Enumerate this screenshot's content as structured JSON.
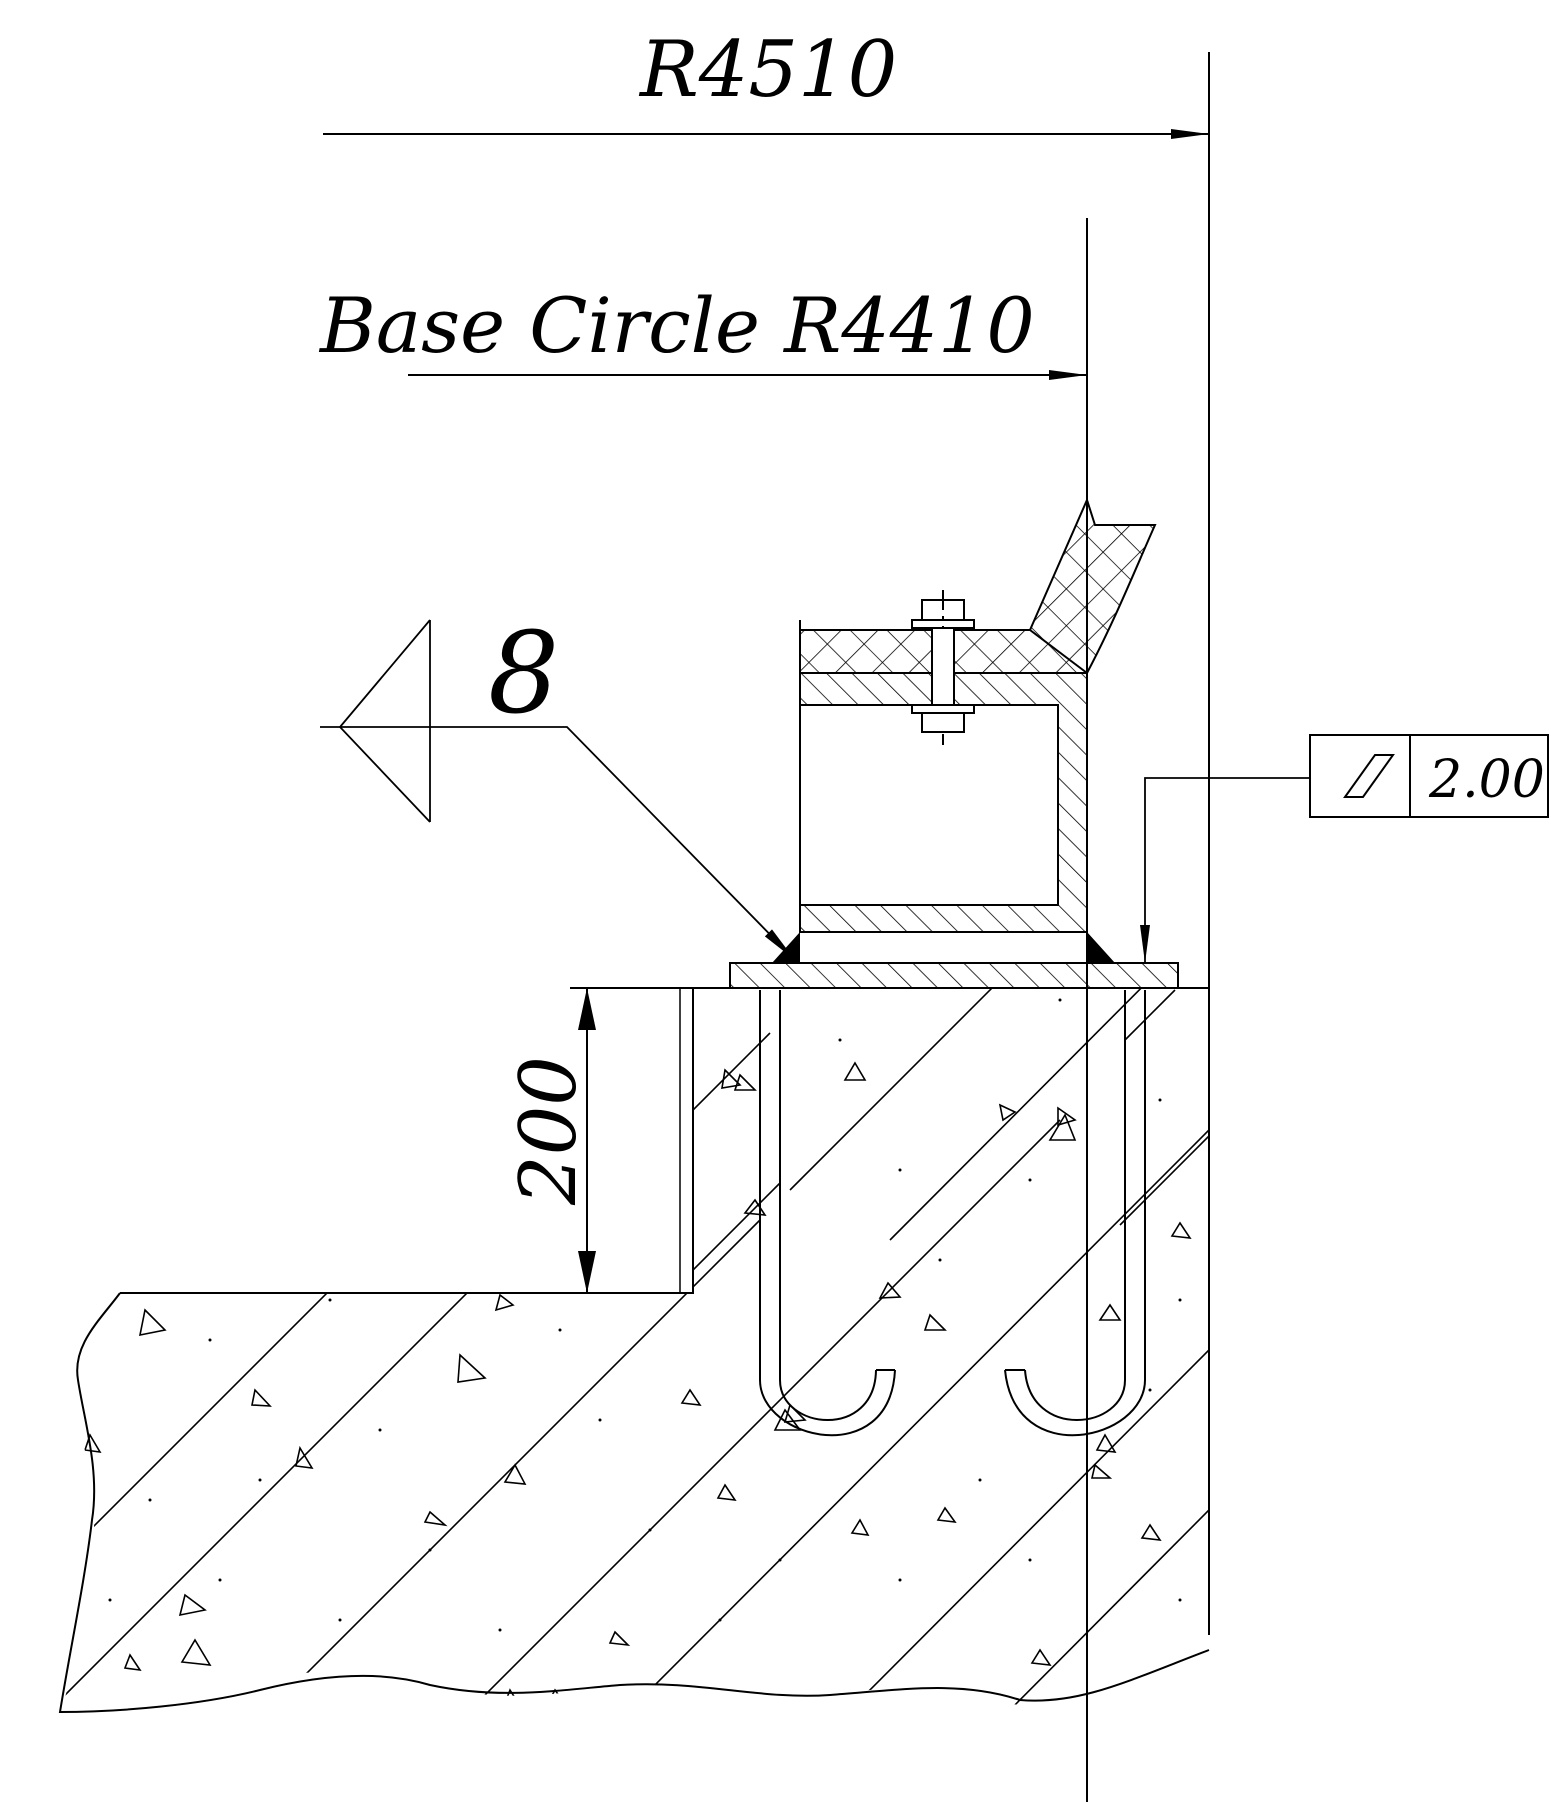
{
  "drawing": {
    "outer_radius_label": "R4510",
    "base_circle_label": "Base Circle R4410",
    "weld_size_label": "8",
    "height_dim_label": "200",
    "flatness_tolerance_value": "2.00",
    "line_color": "#000000",
    "background_color": "#ffffff"
  }
}
